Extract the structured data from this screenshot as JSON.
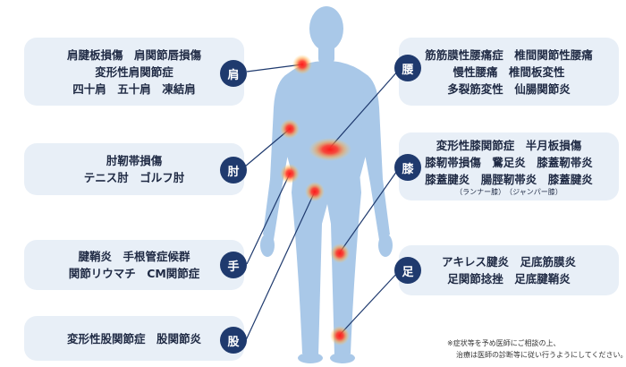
{
  "body_parts": {
    "shoulder": {
      "label": "肩",
      "lines": [
        "肩腱板損傷　肩関節唇損傷",
        "変形性肩関節症",
        "四十肩　五十肩　凍結肩"
      ]
    },
    "elbow": {
      "label": "肘",
      "lines": [
        "肘靭帯損傷",
        "テニス肘　ゴルフ肘"
      ]
    },
    "hand": {
      "label": "手",
      "lines": [
        "腱鞘炎　手根管症候群",
        "関節リウマチ　CM関節症"
      ]
    },
    "hip": {
      "label": "股",
      "lines": [
        "変形性股関節症　股関節炎"
      ]
    },
    "lower_back": {
      "label": "腰",
      "lines": [
        "筋筋膜性腰痛症　椎間関節性腰痛",
        "慢性腰痛　椎間板変性",
        "多裂筋変性　仙腸関節炎"
      ]
    },
    "knee": {
      "label": "膝",
      "lines": [
        "変形性膝関節症　半月板損傷",
        "膝靭帯損傷　鵞足炎　膝蓋靭帯炎",
        "膝蓋腱炎　腸脛靭帯炎　膝蓋腱炎"
      ],
      "notes": [
        "（ランナー膝）　（ジャンパー膝）"
      ]
    },
    "foot": {
      "label": "足",
      "lines": [
        "アキレス腱炎　足底筋膜炎",
        "足関節捻挫　足底腱鞘炎"
      ]
    }
  },
  "footnote": [
    "※症状等を予め医師にご相談の上、",
    "治療は医師の診断等に従い行うようにしてください。"
  ],
  "colors": {
    "box_bg": "#e8eff7",
    "badge": "#1f3a6e",
    "text": "#1f2a44",
    "silhouette": "#a9c8e8",
    "hotspot": "#e8141c"
  }
}
